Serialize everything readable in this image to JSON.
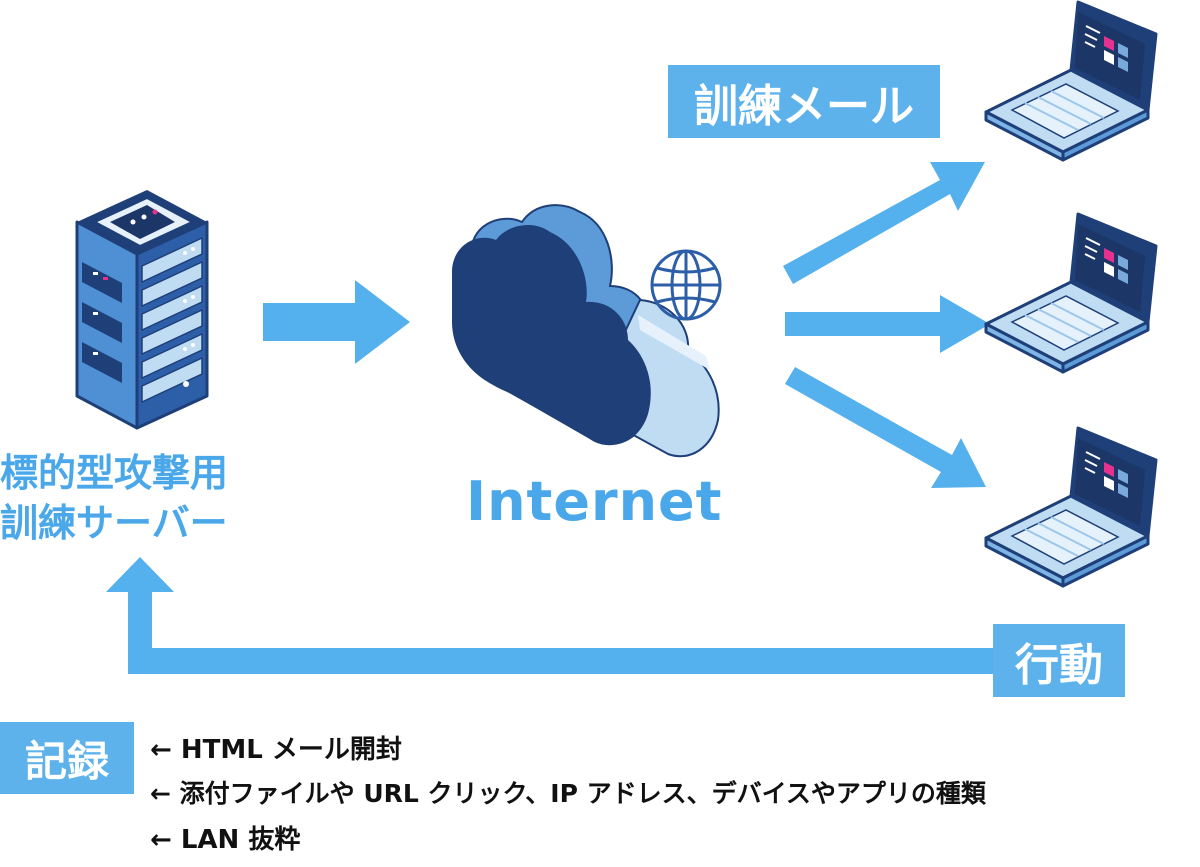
{
  "server": {
    "label_line1": "標的型攻撃用",
    "label_line2": "訓練サーバー"
  },
  "cloud": {
    "label": "Internet"
  },
  "tags": {
    "mail": "訓練メール",
    "action": "行動",
    "record": "記録"
  },
  "records": [
    "← HTML メール開封",
    "← 添付ファイルや URL クリック、IP アドレス、デバイスやアプリの種類",
    "← LAN 抜粋"
  ],
  "icons": {
    "server": "server-rack-icon",
    "cloud": "cloud-icon",
    "globe": "globe-icon",
    "laptop": "laptop-icon"
  },
  "colors": {
    "arrow": "#55b0ee",
    "tag_bg": "#5db2ec",
    "navy": "#1e3f78",
    "label_blue": "#4aa8ea"
  }
}
